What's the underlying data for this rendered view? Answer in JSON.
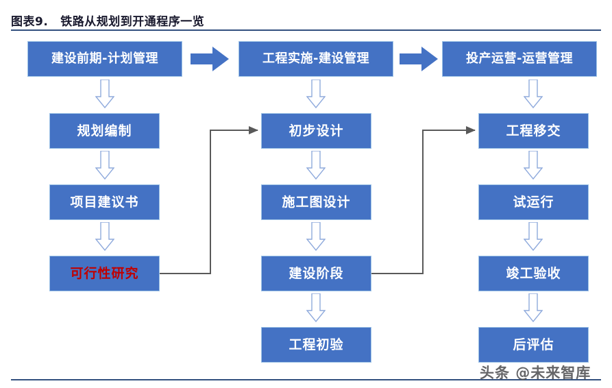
{
  "figure": {
    "number": "图表9.",
    "title": "铁路从规划到开通程序一览"
  },
  "colors": {
    "node_fill": "#4472C4",
    "node_border": "#9DC3E6",
    "node_text": "#FFFFFF",
    "highlight_text": "#C00000",
    "rule": "#32507E",
    "connector": "#595959",
    "watermark_text": "#58595B"
  },
  "phases": [
    {
      "id": "phase-1",
      "label": "建设前期-计划管理"
    },
    {
      "id": "phase-2",
      "label": "工程实施-建设管理"
    },
    {
      "id": "phase-3",
      "label": "投产运营-运营管理"
    }
  ],
  "phase_arrows": [
    {
      "id": "phase-arrow-1",
      "name": "right-arrow-icon"
    },
    {
      "id": "phase-arrow-2",
      "name": "right-arrow-icon"
    }
  ],
  "columns": [
    {
      "id": "column-planning",
      "phase": "建设前期-计划管理",
      "steps": [
        {
          "id": "step-guihuabianzhi",
          "label": "规划编制",
          "highlight": false
        },
        {
          "id": "step-xiangmujianyishu",
          "label": "项目建议书",
          "highlight": false
        },
        {
          "id": "step-kexingxingyanjiu",
          "label": "可行性研究",
          "highlight": true
        }
      ]
    },
    {
      "id": "column-construction",
      "phase": "工程实施-建设管理",
      "steps": [
        {
          "id": "step-chubusheji",
          "label": "初步设计",
          "highlight": false
        },
        {
          "id": "step-shigongtusheji",
          "label": "施工图设计",
          "highlight": false
        },
        {
          "id": "step-jiansheJieduan",
          "label": "建设阶段",
          "highlight": false
        },
        {
          "id": "step-gongchengchuyan",
          "label": "工程初验",
          "highlight": false
        }
      ]
    },
    {
      "id": "column-operation",
      "phase": "投产运营-运营管理",
      "steps": [
        {
          "id": "step-gongchengyijiao",
          "label": "工程移交",
          "highlight": false
        },
        {
          "id": "step-shiyunxing",
          "label": "试运行",
          "highlight": false
        },
        {
          "id": "step-jungongyanshou",
          "label": "竣工验收",
          "highlight": false
        },
        {
          "id": "step-houpinggu",
          "label": "后评估",
          "highlight": false
        }
      ]
    }
  ],
  "cross_connectors": [
    {
      "id": "connector-kexingxing-to-chubusheji",
      "from": "可行性研究",
      "to": "初步设计"
    },
    {
      "id": "connector-jianshejieduan-to-gongchengyijiao",
      "from": "建设阶段",
      "to": "工程移交"
    }
  ],
  "down_arrows": [
    {
      "id": "down-arrow-p1-to-guihua"
    },
    {
      "id": "down-arrow-guihua-to-jianyishu"
    },
    {
      "id": "down-arrow-jianyishu-to-kexingxing"
    },
    {
      "id": "down-arrow-p2-to-chubusheji"
    },
    {
      "id": "down-arrow-chubusheji-to-shigongtu"
    },
    {
      "id": "down-arrow-shigongtu-to-jianshejieduan"
    },
    {
      "id": "down-arrow-jianshejieduan-to-chuyan"
    },
    {
      "id": "down-arrow-p3-to-yijiao"
    },
    {
      "id": "down-arrow-yijiao-to-shiyunxing"
    },
    {
      "id": "down-arrow-shiyunxing-to-yanshou"
    },
    {
      "id": "down-arrow-yanshou-to-houpinggu"
    }
  ],
  "watermark": {
    "text": "头条 @未来智库"
  }
}
